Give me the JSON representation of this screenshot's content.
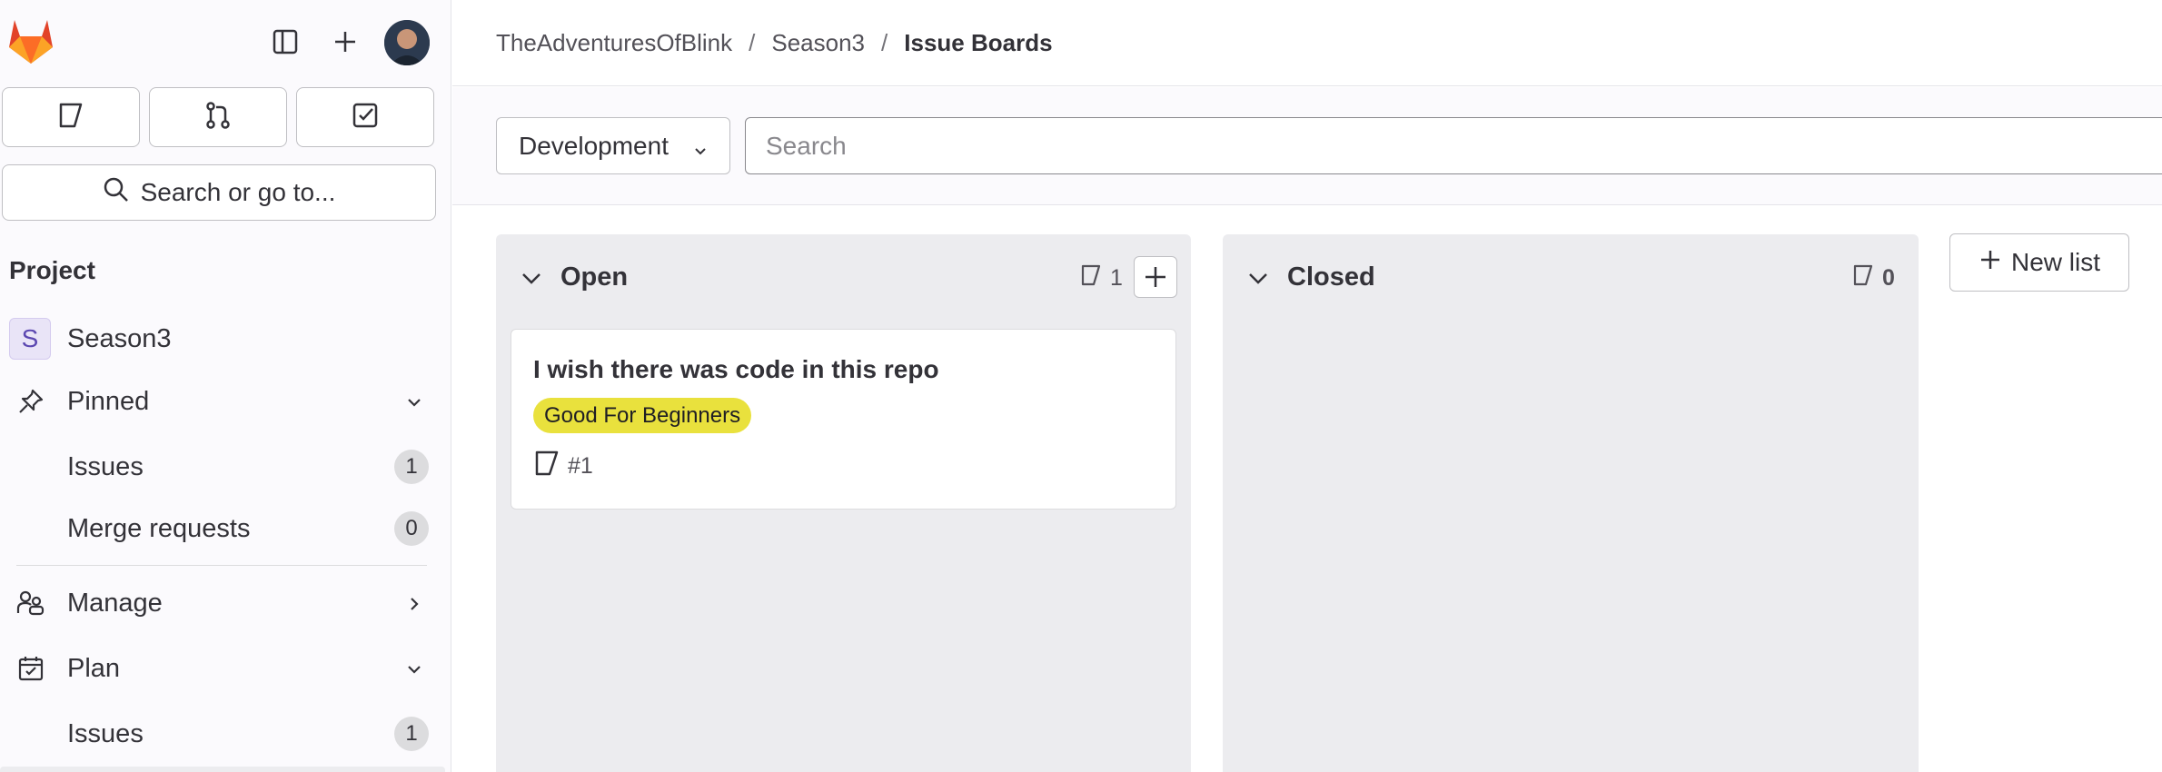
{
  "sidebar": {
    "search_label": "Search or go to...",
    "section_title": "Project",
    "project": {
      "initial": "S",
      "name": "Season3"
    },
    "pinned": {
      "label": "Pinned"
    },
    "pinned_items": [
      {
        "label": "Issues",
        "count": "1"
      },
      {
        "label": "Merge requests",
        "count": "0"
      }
    ],
    "manage": {
      "label": "Manage"
    },
    "plan": {
      "label": "Plan"
    },
    "plan_items": [
      {
        "label": "Issues",
        "count": "1"
      }
    ]
  },
  "breadcrumb": {
    "items": [
      "TheAdventuresOfBlink",
      "Season3",
      "Issue Boards"
    ],
    "separator": "/"
  },
  "filter": {
    "board_name": "Development",
    "search_placeholder": "Search"
  },
  "lists": [
    {
      "title": "Open",
      "count": "1",
      "cards": [
        {
          "title": "I wish there was code in this repo",
          "label": "Good For Beginners",
          "number": "#1"
        }
      ]
    },
    {
      "title": "Closed",
      "count": "0",
      "cards": []
    }
  ],
  "new_list_label": "New list",
  "colors": {
    "label_yellow": "#e9e13d",
    "logo_orange": "#e24329"
  }
}
